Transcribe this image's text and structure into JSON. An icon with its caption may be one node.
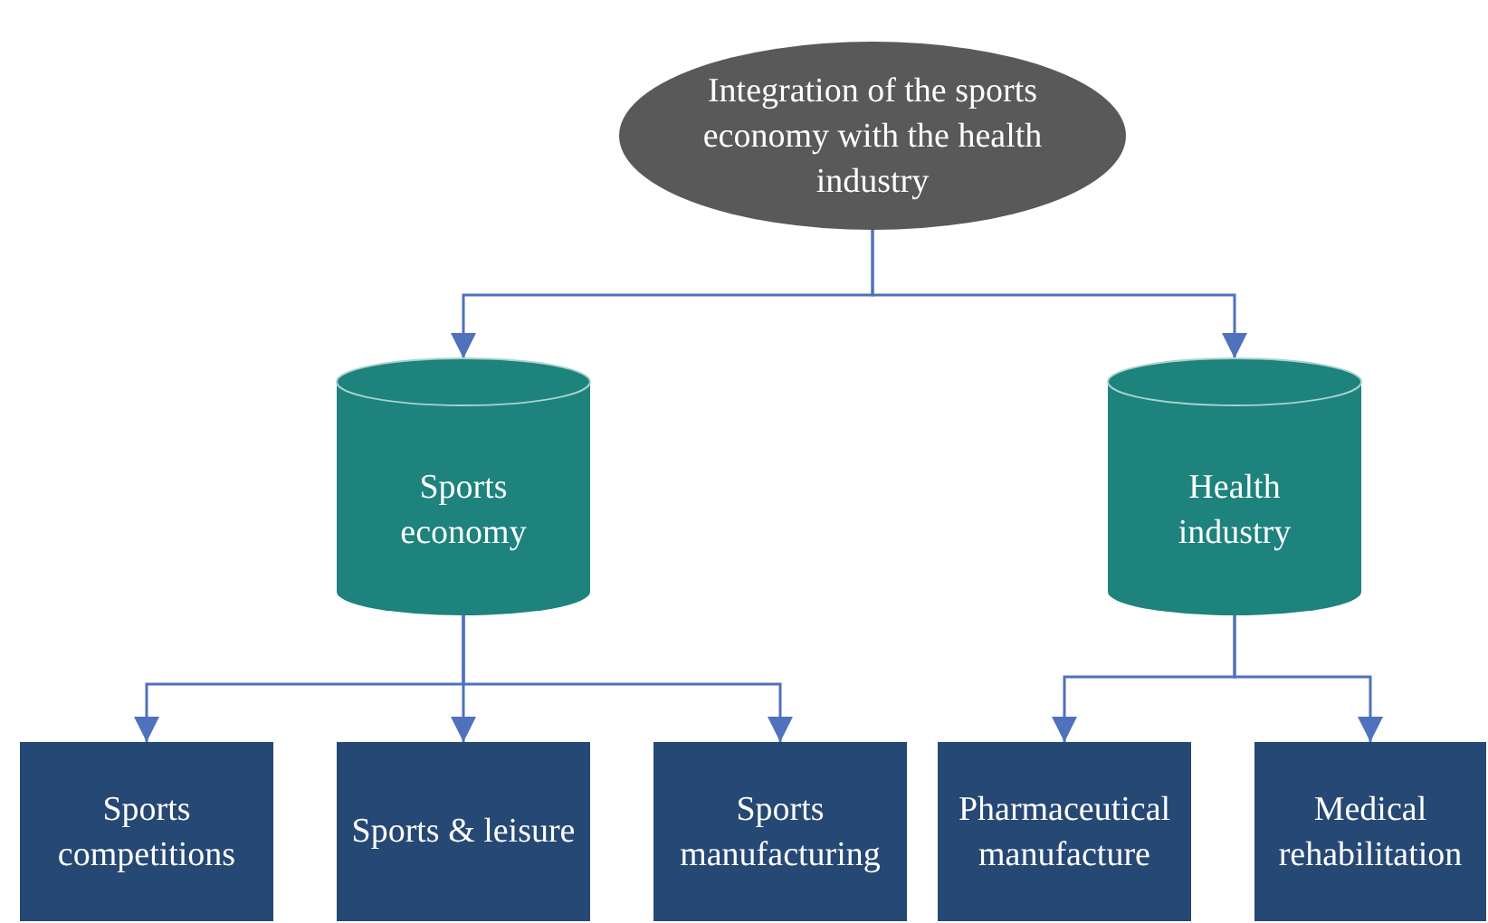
{
  "diagram": {
    "nodes": [
      {
        "text": [
          "Integration of the sports economy with the health industry"
        ]
      },
      {
        "text": [
          "Sports economy"
        ]
      },
      {
        "text": [
          "Health industry"
        ]
      },
      {
        "text": [
          "Sports competitions"
        ]
      },
      {
        "text": [
          "Sports & leisure"
        ]
      },
      {
        "text": [
          "Sports manufacturing"
        ]
      },
      {
        "text": [
          "Pharmaceutical manufacture"
        ]
      },
      {
        "text": [
          "Medical rehabilitation"
        ]
      }
    ],
    "edges": [
      {
        "from": 0,
        "to": 1,
        "arrow": "to"
      },
      {
        "from": 0,
        "to": 2,
        "arrow": "to"
      },
      {
        "from": 1,
        "to": 3,
        "arrow": "to"
      },
      {
        "from": 1,
        "to": 4,
        "arrow": "to"
      },
      {
        "from": 1,
        "to": 5,
        "arrow": "to"
      },
      {
        "from": 2,
        "to": 6,
        "arrow": "to"
      },
      {
        "from": 2,
        "to": 7,
        "arrow": "to"
      }
    ]
  }
}
